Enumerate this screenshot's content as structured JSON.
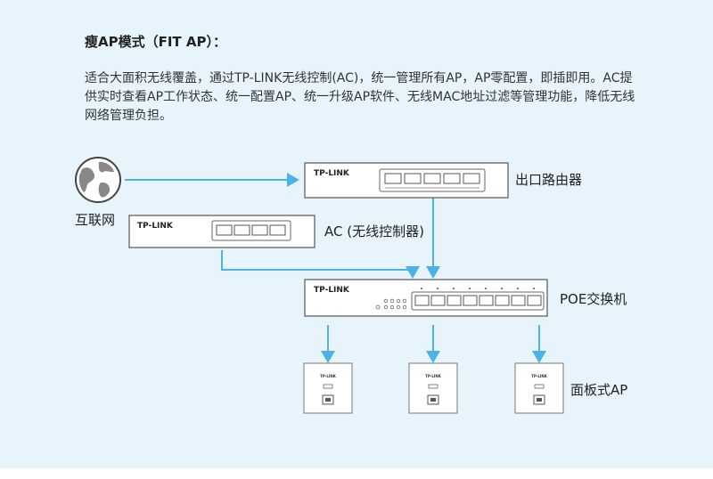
{
  "title": "瘦AP模式（FIT AP）：",
  "description": "适合大面积无线覆盖，通过TP-LINK无线控制(AC)，统一管理所有AP，AP零配置，即插即用。AC提供实时查看AP工作状态、统一配置AP、统一升级AP软件、无线MAC地址过滤等管理功能，降低无线网络管理负担。",
  "labels": {
    "internet": "互联网",
    "router": "出口路由器",
    "ac": "AC (无线控制器)",
    "poe_switch": "POE交换机",
    "panel_ap": "面板式AP"
  },
  "brand": "TP-LINK",
  "colors": {
    "background": "#e8f4fb",
    "connector": "#4db3e6",
    "device_border": "#555555"
  }
}
